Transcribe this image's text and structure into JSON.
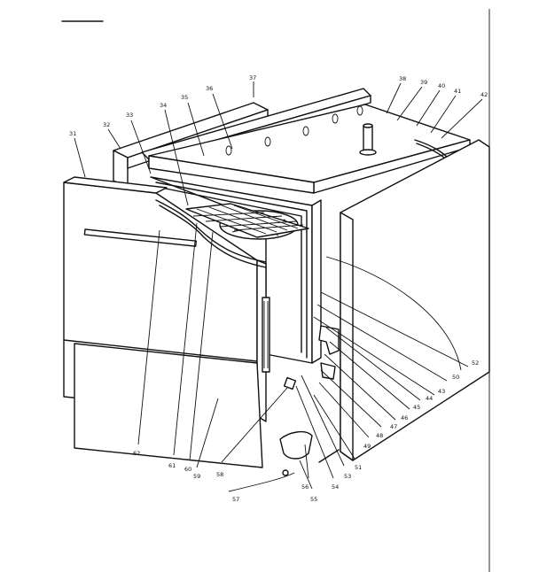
{
  "labels": {
    "37": "37",
    "36": "36",
    "35": "35",
    "34": "34",
    "33": "33",
    "32": "32",
    "31": "31",
    "38": "38",
    "39": "39",
    "40": "40",
    "41": "41",
    "42": "42",
    "52": "52",
    "50": "50",
    "43": "43",
    "44": "44",
    "45": "45",
    "46": "46",
    "47": "47",
    "48": "48",
    "49": "49",
    "51": "51",
    "53": "53",
    "54": "54",
    "55": "55",
    "56": "56",
    "57": "57",
    "58": "58",
    "59": "59",
    "60": "60",
    "61": "61",
    "62": "62"
  }
}
